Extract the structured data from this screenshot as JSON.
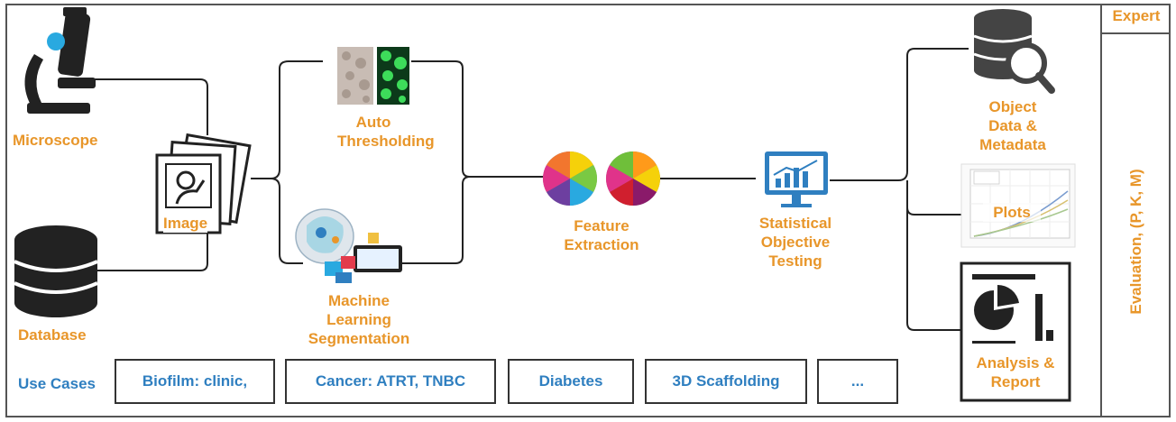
{
  "sources": {
    "microscope_label": "Microscope",
    "database_label": "Database",
    "image_label": "Image"
  },
  "segmentation": {
    "auto_label": "Auto\nThresholding",
    "ml_label": "Machine\nLearning\nSegmentation"
  },
  "feature_label": "Feature\nExtraction",
  "stat_label": "Statistical\nObjective\nTesting",
  "outputs": {
    "object_label": "Object\nData &\nMetadata",
    "plots_label": "Plots",
    "report_label": "Analysis &\nReport"
  },
  "sidebar": {
    "expert": "Expert",
    "evaluation": "Evaluation, (P, K, M)"
  },
  "use_cases": {
    "title": "Use Cases",
    "items": [
      "Biofilm: clinic,",
      "Cancer: ATRT, TNBC",
      "Diabetes",
      "3D Scaffolding",
      "..."
    ]
  },
  "colors": {
    "orange": "#e8962a",
    "blue": "#2f7fc0",
    "dark": "#222222"
  }
}
